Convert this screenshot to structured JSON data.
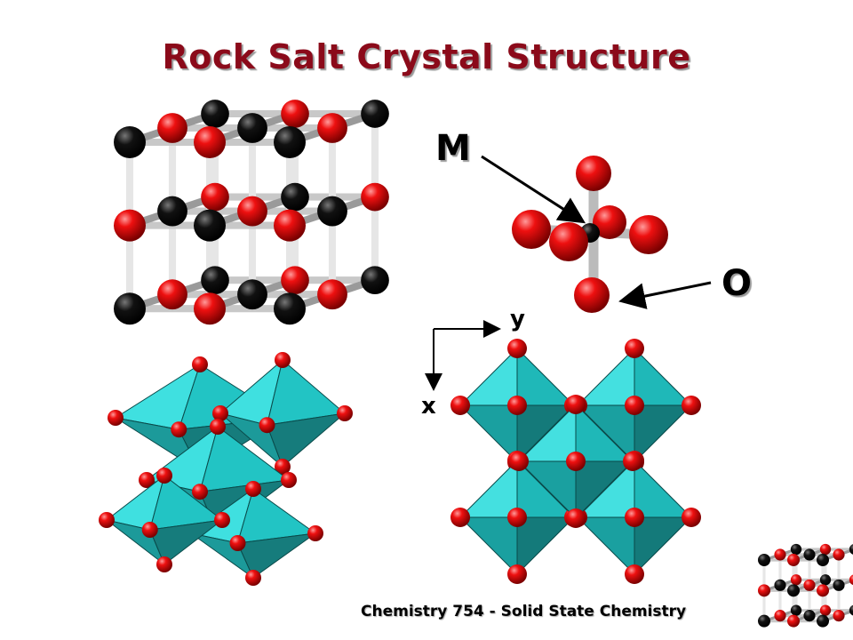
{
  "title": "Rock Salt Crystal Structure",
  "labels": {
    "metal": "M",
    "oxygen": "O",
    "axis_y": "y",
    "axis_x": "x"
  },
  "footer": "Chemistry 754 - Solid State Chemistry",
  "colors": {
    "title": "#8B0A1A",
    "oxygen": "#E00000",
    "metal": "#000000",
    "octahedron": "#22CCCC",
    "bond": "#DDDDDD"
  }
}
